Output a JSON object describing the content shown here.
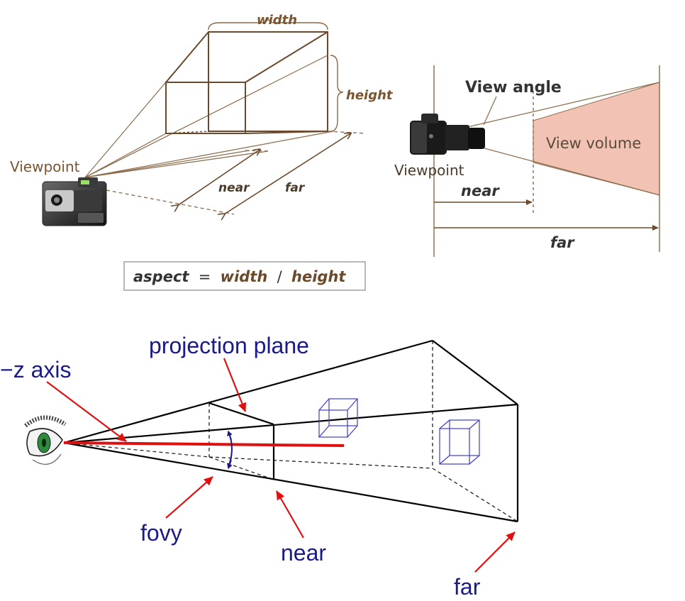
{
  "top_left": {
    "labels": {
      "width": "width",
      "height": "height",
      "viewpoint": "Viewpoint",
      "near": "near",
      "far": "far"
    },
    "formula": {
      "aspect": "aspect",
      "equals": "=",
      "width": "width",
      "slash": "/",
      "height": "height"
    },
    "icons": {
      "camera": "camera-icon"
    }
  },
  "top_right": {
    "labels": {
      "view_angle": "View angle",
      "view_volume": "View volume",
      "viewpoint": "Viewpoint",
      "near": "near",
      "far": "far"
    },
    "icons": {
      "camera": "camera-icon"
    }
  },
  "bottom": {
    "labels": {
      "projection_plane": "projection plane",
      "z_axis": "−z axis",
      "fovy": "fovy",
      "near": "near",
      "far": "far"
    },
    "icons": {
      "eye": "eye-icon",
      "cube_near": "cube-icon",
      "cube_far": "cube-icon"
    }
  },
  "colors": {
    "brown": "#6b4a2b",
    "brown_text": "#7a5530",
    "dark_text": "#333333",
    "view_volume_fill": "#f2c3b5",
    "blue": "#1a1a8c",
    "cube_blue": "#3b3bd6",
    "red": "#e01010",
    "black": "#000000"
  }
}
